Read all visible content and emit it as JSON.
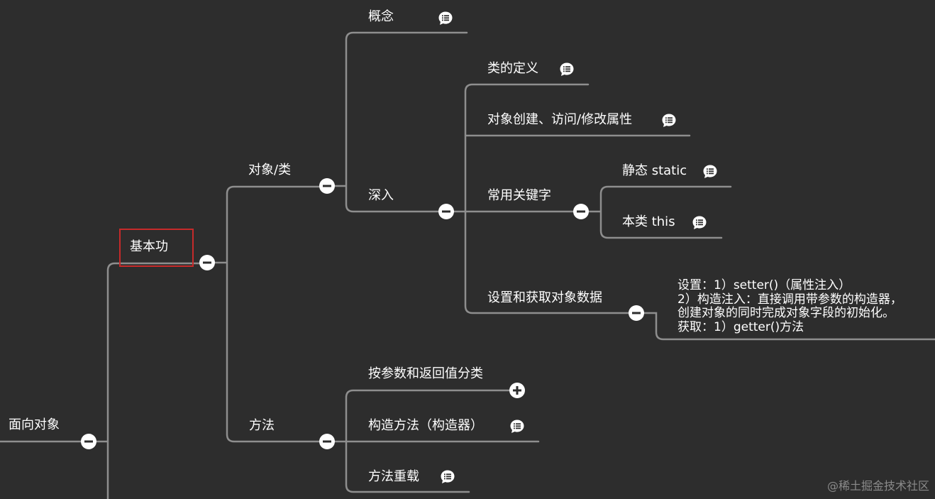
{
  "colors": {
    "background": "#2d2d2d",
    "connector": "#8e8e8e",
    "underline": "#7a7a7a",
    "toggle": "#ffffff",
    "selection": "#c62a2a",
    "watermark": "#8a8a8a"
  },
  "nodes": {
    "root": {
      "label": "面向对象",
      "toggle": "collapse"
    },
    "basics": {
      "label": "基本功",
      "toggle": "collapse",
      "selected": true
    },
    "objclass": {
      "label": "对象/类",
      "toggle": "collapse"
    },
    "concept": {
      "label": "概念",
      "note": true
    },
    "deep": {
      "label": "深入",
      "toggle": "collapse"
    },
    "classdef": {
      "label": "类的定义",
      "note": true
    },
    "objcreate": {
      "label": "对象创建、访问/修改属性",
      "note": true
    },
    "keywords": {
      "label": "常用关键字",
      "toggle": "collapse"
    },
    "static": {
      "label": "静态 static",
      "note": true
    },
    "this": {
      "label": "本类 this",
      "note": true
    },
    "setget": {
      "label": "设置和获取对象数据",
      "toggle": "collapse"
    },
    "setget_text": {
      "lines": [
        "设置：1）setter()（属性注入）",
        "2）构造注入：直接调用带参数的构造器，",
        "创建对象的同时完成对象字段的初始化。",
        "获取：1）getter()方法"
      ]
    },
    "methods": {
      "label": "方法",
      "toggle": "collapse"
    },
    "byparam": {
      "label": "按参数和返回值分类",
      "toggle": "expand"
    },
    "constructor": {
      "label": "构造方法（构造器）",
      "note": true
    },
    "overload": {
      "label": "方法重载",
      "note": true
    }
  },
  "watermark": "@稀土掘金技术社区"
}
